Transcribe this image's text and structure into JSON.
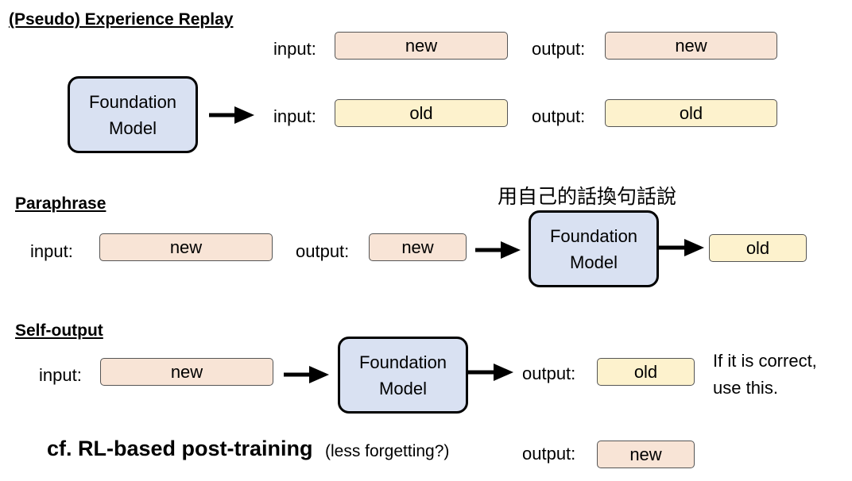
{
  "replay": {
    "heading": "(Pseudo) Experience Replay",
    "model_line1": "Foundation",
    "model_line2": "Model",
    "row1": {
      "input_label": "input:",
      "input_value": "new",
      "output_label": "output:",
      "output_value": "new"
    },
    "row2": {
      "input_label": "input:",
      "input_value": "old",
      "output_label": "output:",
      "output_value": "old"
    }
  },
  "paraphrase": {
    "heading": "Paraphrase",
    "caption": "用自己的話換句話說",
    "input_label": "input:",
    "input_value": "new",
    "output_label": "output:",
    "output_value": "new",
    "model_line1": "Foundation",
    "model_line2": "Model",
    "result_value": "old"
  },
  "self_output": {
    "heading": "Self-output",
    "input_label": "input:",
    "input_value": "new",
    "model_line1": "Foundation",
    "model_line2": "Model",
    "output_label": "output:",
    "output_value": "old",
    "note_line1": "If it is correct,",
    "note_line2": "use this."
  },
  "rl": {
    "title": "cf. RL-based post-training",
    "note": "(less forgetting?)",
    "output_label": "output:",
    "output_value": "new"
  },
  "colors": {
    "new_fill": "#f8e4d6",
    "old_fill": "#fdf2cd",
    "model_fill": "#d9e1f2",
    "border": "#555555"
  }
}
